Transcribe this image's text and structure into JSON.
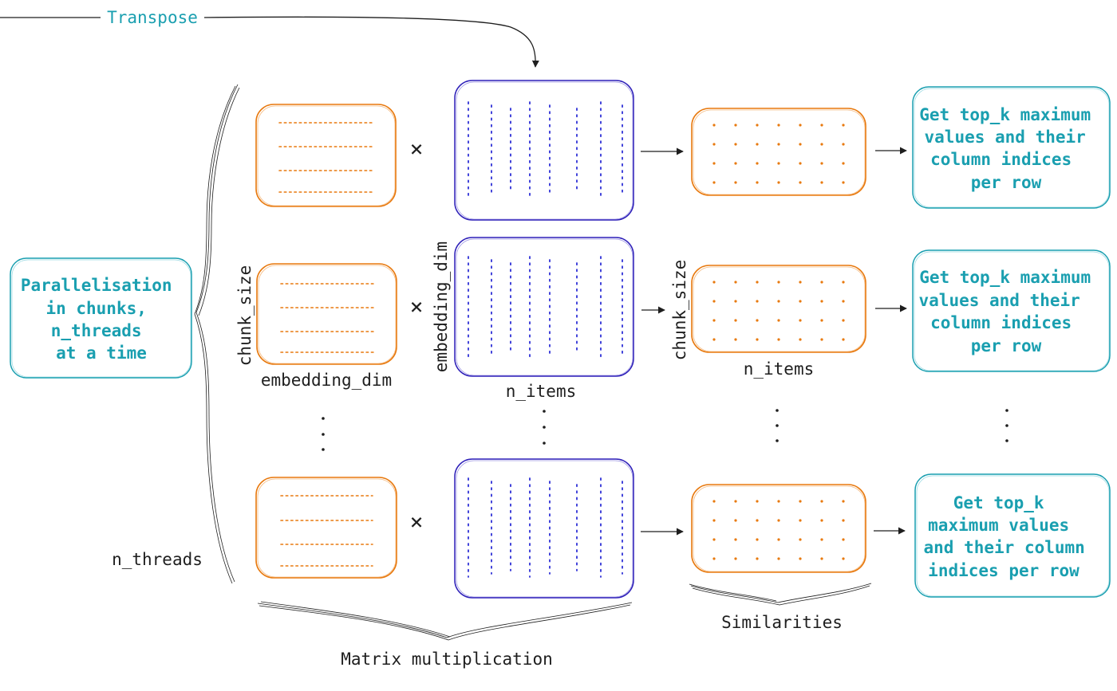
{
  "transpose_label": "Transpose",
  "parallel_label": [
    "Parallelisation",
    "in chunks,",
    "n_threads",
    "at a time"
  ],
  "times_symbol": "×",
  "chunk_size_label": "chunk_size",
  "embedding_dim_label": "embedding_dim",
  "n_items_label": "n_items",
  "n_threads_label": "n_threads",
  "similarities_label": "Similarities",
  "matrix_multiplication_label": "Matrix multiplication",
  "topk_rows": [
    [
      "Get top_k maximum",
      "values and their",
      "column indices",
      "per row"
    ],
    [
      "Get top_k maximum",
      "values and their",
      "column indices",
      "per row"
    ],
    [
      "Get top_k",
      "maximum values",
      "and their column",
      "indices per row"
    ]
  ],
  "colors": {
    "teal": "#1a9fb0",
    "orange": "#e8790e",
    "blue": "#2d1fb8",
    "ink": "#1e1e1e"
  }
}
